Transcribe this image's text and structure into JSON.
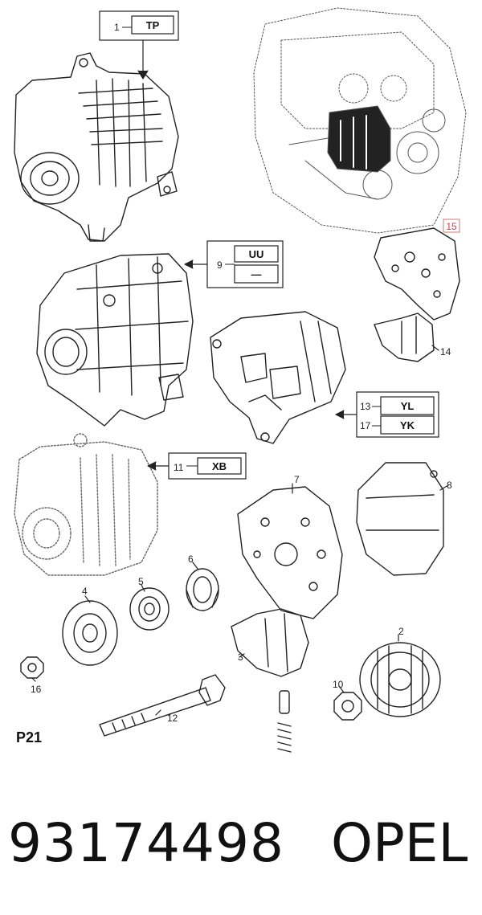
{
  "diagram": {
    "page_ref": "P21",
    "callouts": [
      {
        "id": "c1",
        "number": "1",
        "codes": [
          "TP"
        ]
      },
      {
        "id": "c9",
        "number": "9",
        "codes": [
          "UU",
          "—"
        ]
      },
      {
        "id": "c11",
        "number": "11",
        "codes": [
          "XB"
        ]
      },
      {
        "id": "c13",
        "number": "13",
        "codes": [
          "YL"
        ]
      },
      {
        "id": "c17",
        "number": "17",
        "codes": [
          "YK"
        ]
      }
    ],
    "part_labels": [
      "2",
      "3",
      "4",
      "5",
      "6",
      "7",
      "8",
      "10",
      "12",
      "14",
      "15",
      "16"
    ]
  },
  "footer": {
    "part_number": "93174498",
    "brand": "OPEL"
  }
}
